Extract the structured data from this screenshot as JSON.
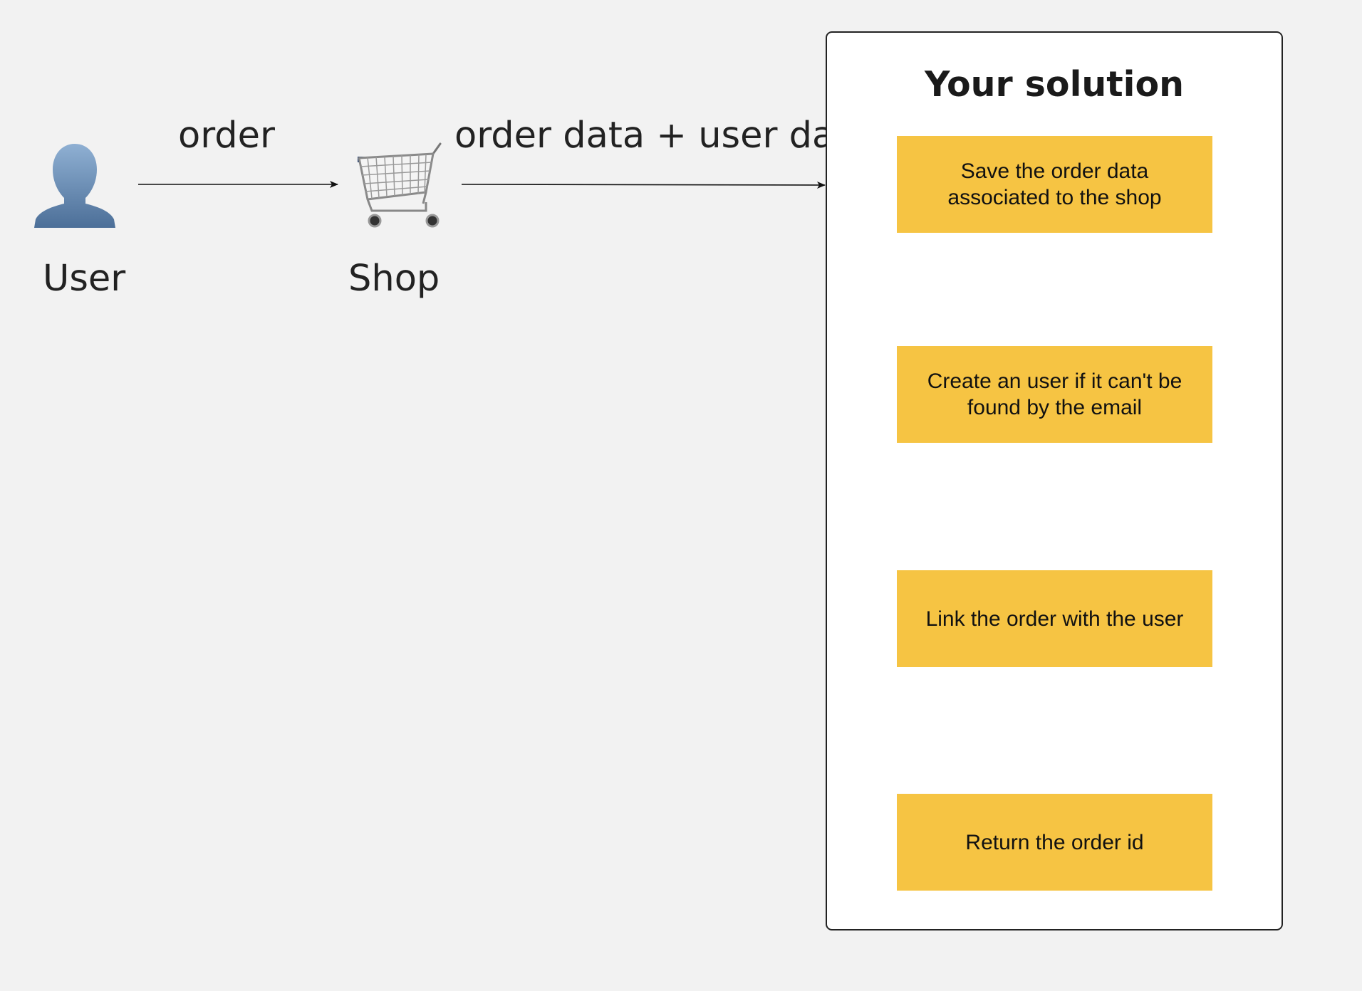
{
  "actors": {
    "user": {
      "label": "User",
      "icon": "user-silhouette-icon"
    },
    "shop": {
      "label": "Shop",
      "icon": "shopping-cart-icon"
    }
  },
  "flows": {
    "user_to_shop": "order",
    "shop_to_solution": "order data + user data"
  },
  "solution": {
    "title": "Your solution",
    "steps": [
      {
        "text": "Save the order data\nassociated to the shop"
      },
      {
        "text": "Create an user if it can't be\nfound by the email"
      },
      {
        "text": "Link the order with the user"
      },
      {
        "text": "Return the order id"
      }
    ]
  },
  "colors": {
    "background": "#f2f2f2",
    "step_fill": "#f6c443",
    "box_border": "#222222",
    "user_icon": "#6f8fb3"
  }
}
